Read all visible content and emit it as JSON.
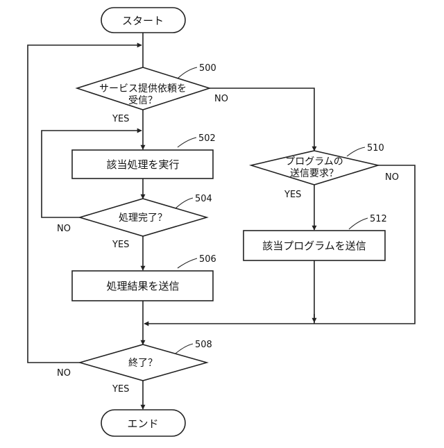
{
  "diagram": {
    "nodes": {
      "start": "スタート",
      "d500_line1": "サービス提供依頼を",
      "d500_line2": "受信？",
      "p502": "該当処理を実行",
      "d504": "処理完了？",
      "p506": "処理結果を送信",
      "d508": "終了？",
      "end": "エンド",
      "d510_line1": "プログラムの",
      "d510_line2": "送信要求？",
      "p512": "該当プログラムを送信"
    },
    "refs": {
      "r500": "500",
      "r502": "502",
      "r504": "504",
      "r506": "506",
      "r508": "508",
      "r510": "510",
      "r512": "512"
    },
    "labels": {
      "d500_yes": "YES",
      "d500_no": "NO",
      "d504_yes": "YES",
      "d504_no": "NO",
      "d508_yes": "YES",
      "d508_no": "NO",
      "d510_yes": "YES",
      "d510_no": "NO"
    }
  }
}
